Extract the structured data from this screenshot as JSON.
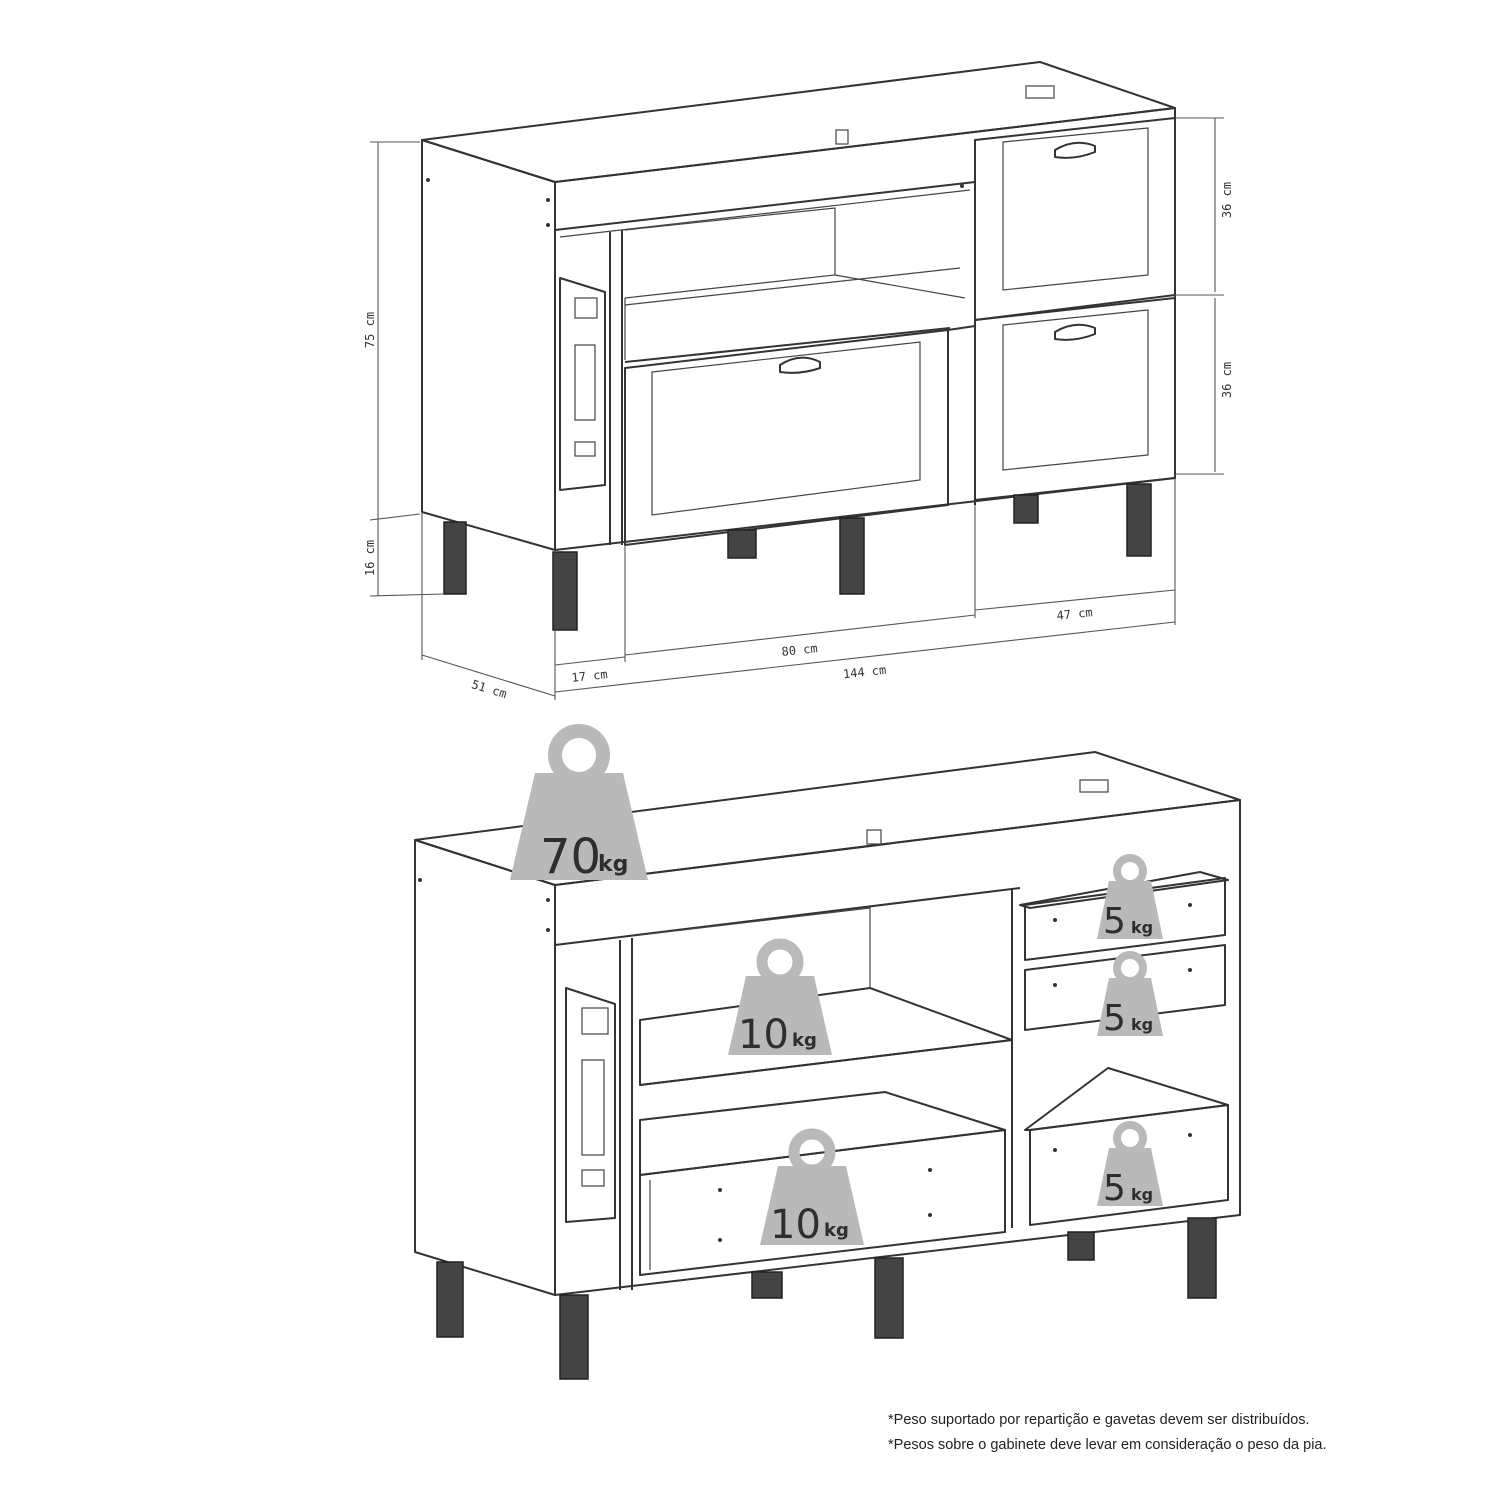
{
  "dimensions": {
    "height_total": "75 cm",
    "leg_height": "16 cm",
    "depth": "51 cm",
    "left_niche_width": "17 cm",
    "center_width": "80 cm",
    "right_width": "47 cm",
    "total_width": "144 cm",
    "drawer_top_height": "36 cm",
    "drawer_bottom_height": "36 cm"
  },
  "weights": {
    "top": {
      "value": "70",
      "unit": "kg"
    },
    "shelf": {
      "value": "10",
      "unit": "kg"
    },
    "big_drawer": {
      "value": "10",
      "unit": "kg"
    },
    "drawer_1": {
      "value": "5",
      "unit": "kg"
    },
    "drawer_2": {
      "value": "5",
      "unit": "kg"
    },
    "drawer_3": {
      "value": "5",
      "unit": "kg"
    }
  },
  "notes": [
    "*Peso suportado por repartição e gavetas devem ser distribuídos.",
    "*Pesos sobre o gabinete deve levar em consideração o peso da pia."
  ]
}
